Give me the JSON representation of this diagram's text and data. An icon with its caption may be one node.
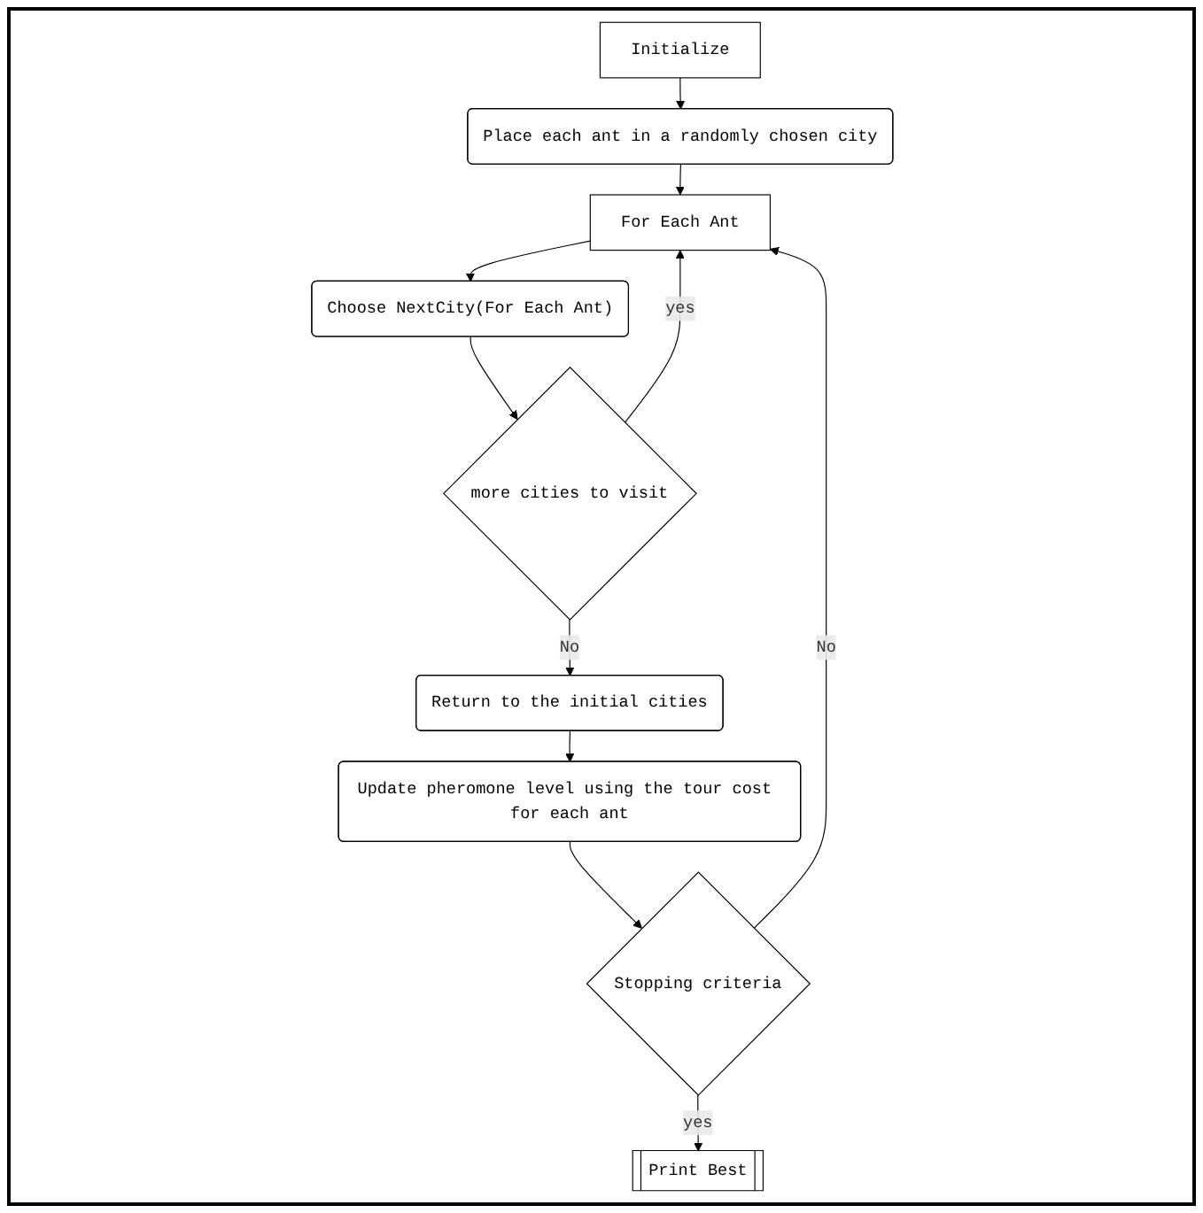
{
  "diagram": {
    "nodes": [
      {
        "text": [
          "Initialize"
        ]
      },
      {
        "text": [
          "Place each ant in a randomly chosen city"
        ]
      },
      {
        "text": [
          "For Each Ant"
        ]
      },
      {
        "text": [
          "Choose NextCity(For Each Ant)"
        ]
      },
      {
        "text": [
          "more cities to visit"
        ]
      },
      {
        "text": [
          "Return to the initial cities"
        ]
      },
      {
        "text": [
          "Update pheromone level using the tour cost for each ant"
        ]
      },
      {
        "text": [
          "Stopping criteria"
        ]
      },
      {
        "text": [
          "Print Best"
        ]
      }
    ],
    "edges": [
      {
        "from": 0,
        "to": 1,
        "arrow": "to"
      },
      {
        "from": 1,
        "to": 2,
        "arrow": "to"
      },
      {
        "from": 2,
        "to": 3,
        "arrow": "to"
      },
      {
        "from": 3,
        "to": 4,
        "arrow": "to"
      },
      {
        "from": 4,
        "to": 2,
        "arrow": "to",
        "label": "yes"
      },
      {
        "from": 4,
        "to": 5,
        "arrow": "to",
        "label": "No"
      },
      {
        "from": 5,
        "to": 6,
        "arrow": "to"
      },
      {
        "from": 6,
        "to": 7,
        "arrow": "to"
      },
      {
        "from": 7,
        "to": 2,
        "arrow": "to",
        "label": "No"
      },
      {
        "from": 7,
        "to": 8,
        "arrow": "to",
        "label": "yes"
      }
    ]
  }
}
